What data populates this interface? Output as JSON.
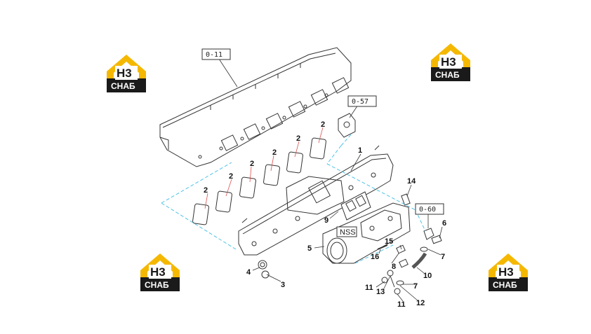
{
  "brand": {
    "logo_text_top": "H3",
    "logo_text_bottom": "СНАБ",
    "accent_color": "#f5b800",
    "dark_color": "#1a1a1a"
  },
  "refs": {
    "ref_011": "0-11",
    "ref_057": "0-57",
    "ref_060": "0-60"
  },
  "labels": {
    "nss": "NSS",
    "c1": "1",
    "c2": "2",
    "c3": "3",
    "c4": "4",
    "c5": "5",
    "c6": "6",
    "c7": "7",
    "c8": "8",
    "c9": "9",
    "c10": "10",
    "c11": "11",
    "c12": "12",
    "c13": "13",
    "c14": "14",
    "c15": "15",
    "c16": "16"
  }
}
